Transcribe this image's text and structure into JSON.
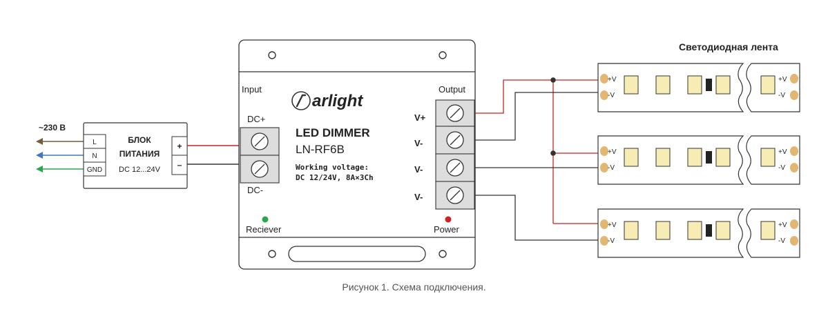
{
  "mains": {
    "voltage": "~230 В",
    "wire_colors": {
      "L": "#7a5a3a",
      "N": "#3f78c0",
      "GND": "#2aa64e"
    }
  },
  "psu": {
    "title_line1": "БЛОК",
    "title_line2": "ПИТАНИЯ",
    "range": "DC 12...24V",
    "inputs": [
      "L",
      "N",
      "GND"
    ],
    "plus": "+",
    "minus": "–"
  },
  "dimmer": {
    "brand": "arlight",
    "model_title": "LED DIMMER",
    "model_name": "LN-RF6B",
    "voltage_label": "Working voltage:",
    "voltage_value": "DC 12/24V, 8A×3Ch",
    "input_label": "Input",
    "output_label": "Output",
    "dc_plus": "DC+",
    "dc_minus": "DC-",
    "outputs": [
      "V+",
      "V-",
      "V-",
      "V-"
    ],
    "receiver_label": "Reciever",
    "power_label": "Power",
    "receiver_led_color": "#2aa64e",
    "power_led_color": "#cc2222"
  },
  "strips": {
    "title": "Светодиодная лента",
    "plus_label": "+V",
    "minus_label": "-V",
    "count": 3
  },
  "colors": {
    "positive_wire": "#cc2222",
    "negative_wire": "#333333"
  },
  "caption": "Рисунок 1. Схема подключения."
}
